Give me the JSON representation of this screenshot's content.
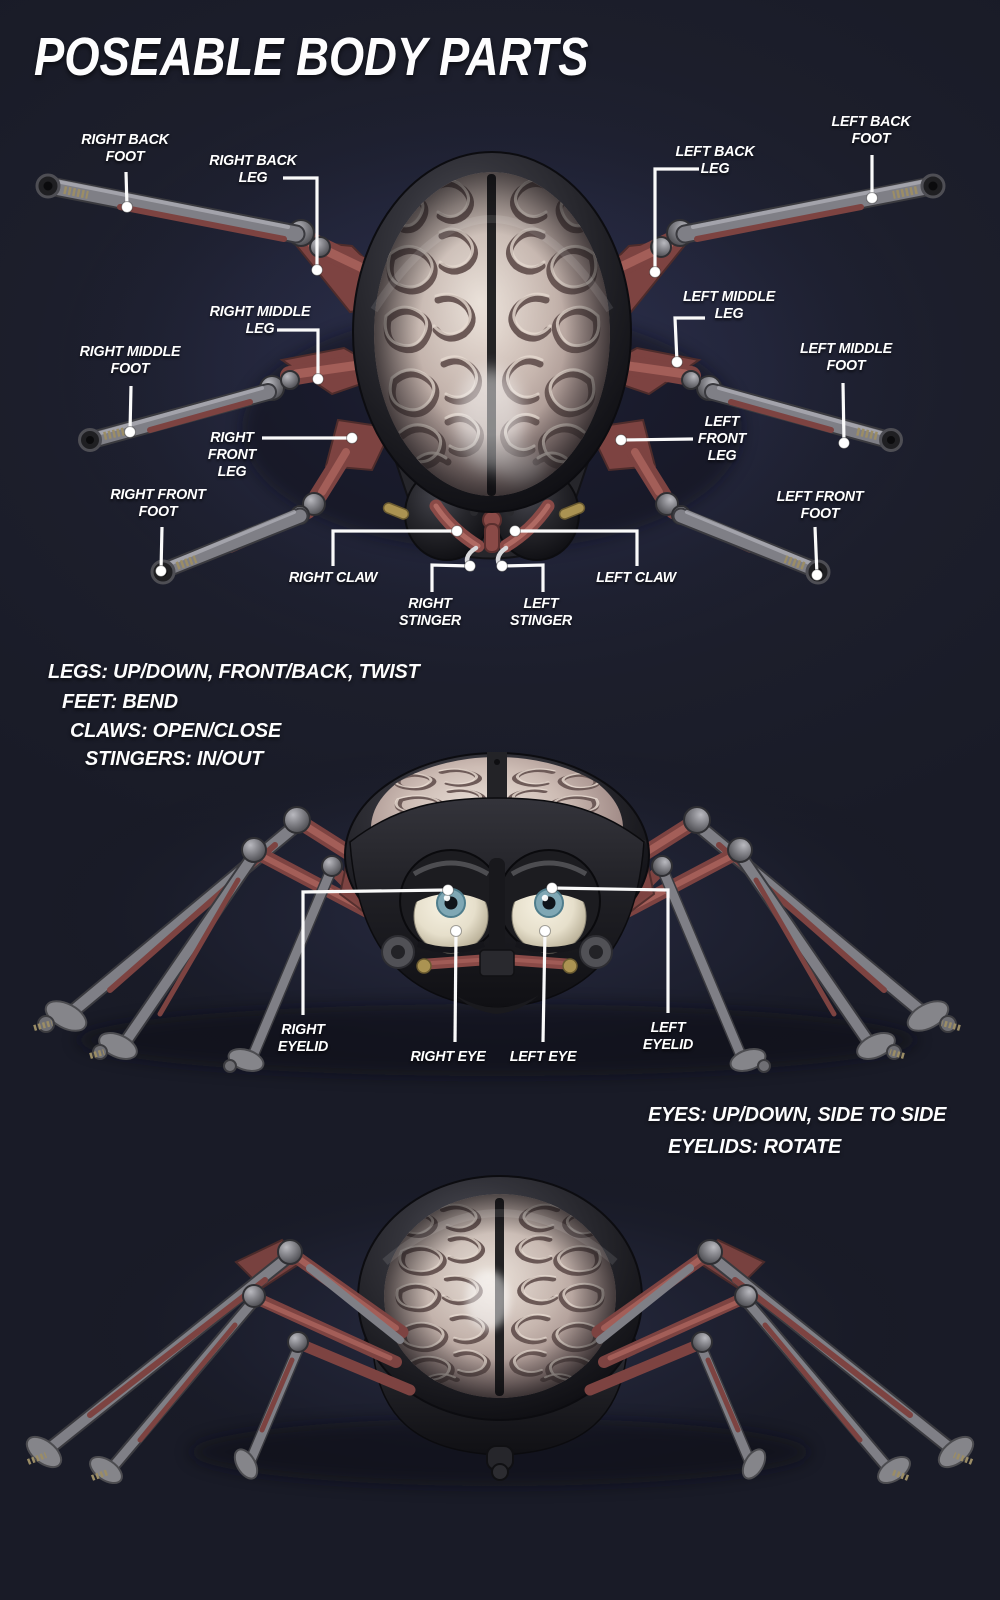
{
  "title": "POSEABLE BODY PARTS",
  "top_view": {
    "labels": {
      "right_back_foot": "RIGHT BACK\nFOOT",
      "right_back_leg": "RIGHT BACK\nLEG",
      "left_back_leg": "LEFT BACK\nLEG",
      "left_back_foot": "LEFT BACK\nFOOT",
      "right_middle_leg": "RIGHT  MIDDLE\nLEG",
      "right_middle_foot": "RIGHT MIDDLE\nFOOT",
      "left_middle_leg": "LEFT  MIDDLE\nLEG",
      "left_middle_foot": "LEFT MIDDLE\nFOOT",
      "right_front_leg": "RIGHT\nFRONT\nLEG",
      "left_front_leg": "LEFT\nFRONT\nLEG",
      "right_front_foot": "RIGHT FRONT\nFOOT",
      "left_front_foot": "LEFT FRONT\nFOOT",
      "right_claw": "RIGHT CLAW",
      "left_claw": "LEFT CLAW",
      "right_stinger": "RIGHT\nSTINGER",
      "left_stinger": "LEFT\nSTINGER"
    },
    "notes": [
      "LEGS: UP/DOWN, FRONT/BACK, TWIST",
      "FEET: BEND",
      "CLAWS: OPEN/CLOSE",
      "STINGERS: IN/OUT"
    ]
  },
  "front_view": {
    "labels": {
      "right_eyelid": "RIGHT\nEYELID",
      "right_eye": "RIGHT EYE",
      "left_eye": "LEFT EYE",
      "left_eyelid": "LEFT\nEYELID"
    },
    "notes": [
      "EYES: UP/DOWN, SIDE TO SIDE",
      "EYELIDS: ROTATE"
    ]
  },
  "colors": {
    "background": "#1c1e2b",
    "label_text": "#ffffff",
    "callout_line": "#fafafa",
    "leg_red": "#7d4341",
    "leg_gray": "#7f7f86",
    "brain": "#cdbcb4",
    "iris_blue": "#7fa7b4",
    "peg_gold": "#ab9352"
  }
}
